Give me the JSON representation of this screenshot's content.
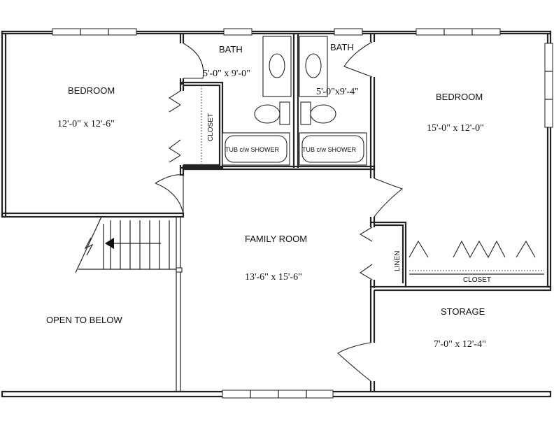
{
  "rooms": {
    "bedroom_left": {
      "label": "BEDROOM",
      "dim": "12'-0\" x 12'-6\""
    },
    "bath_left": {
      "label": "BATH",
      "dim": "5'-0\" x 9'-0\""
    },
    "bath_right": {
      "label": "BATH",
      "dim": "5'-0\"x9'-4\""
    },
    "bedroom_right": {
      "label": "BEDROOM",
      "dim": "15'-0\" x 12'-0\""
    },
    "family_room": {
      "label": "FAMILY ROOM",
      "dim": "13'-6\" x 15'-6\""
    },
    "storage": {
      "label": "STORAGE",
      "dim": "7'-0\" x 12'-4\""
    },
    "open_below": {
      "label": "OPEN TO BELOW"
    }
  },
  "labels": {
    "closet_vertical": "CLOSET",
    "closet_horizontal": "CLOSET",
    "linen": "LINEN",
    "tub_left": "TUB c/w SHOWER",
    "tub_right": "TUB c/w SHOWER"
  }
}
